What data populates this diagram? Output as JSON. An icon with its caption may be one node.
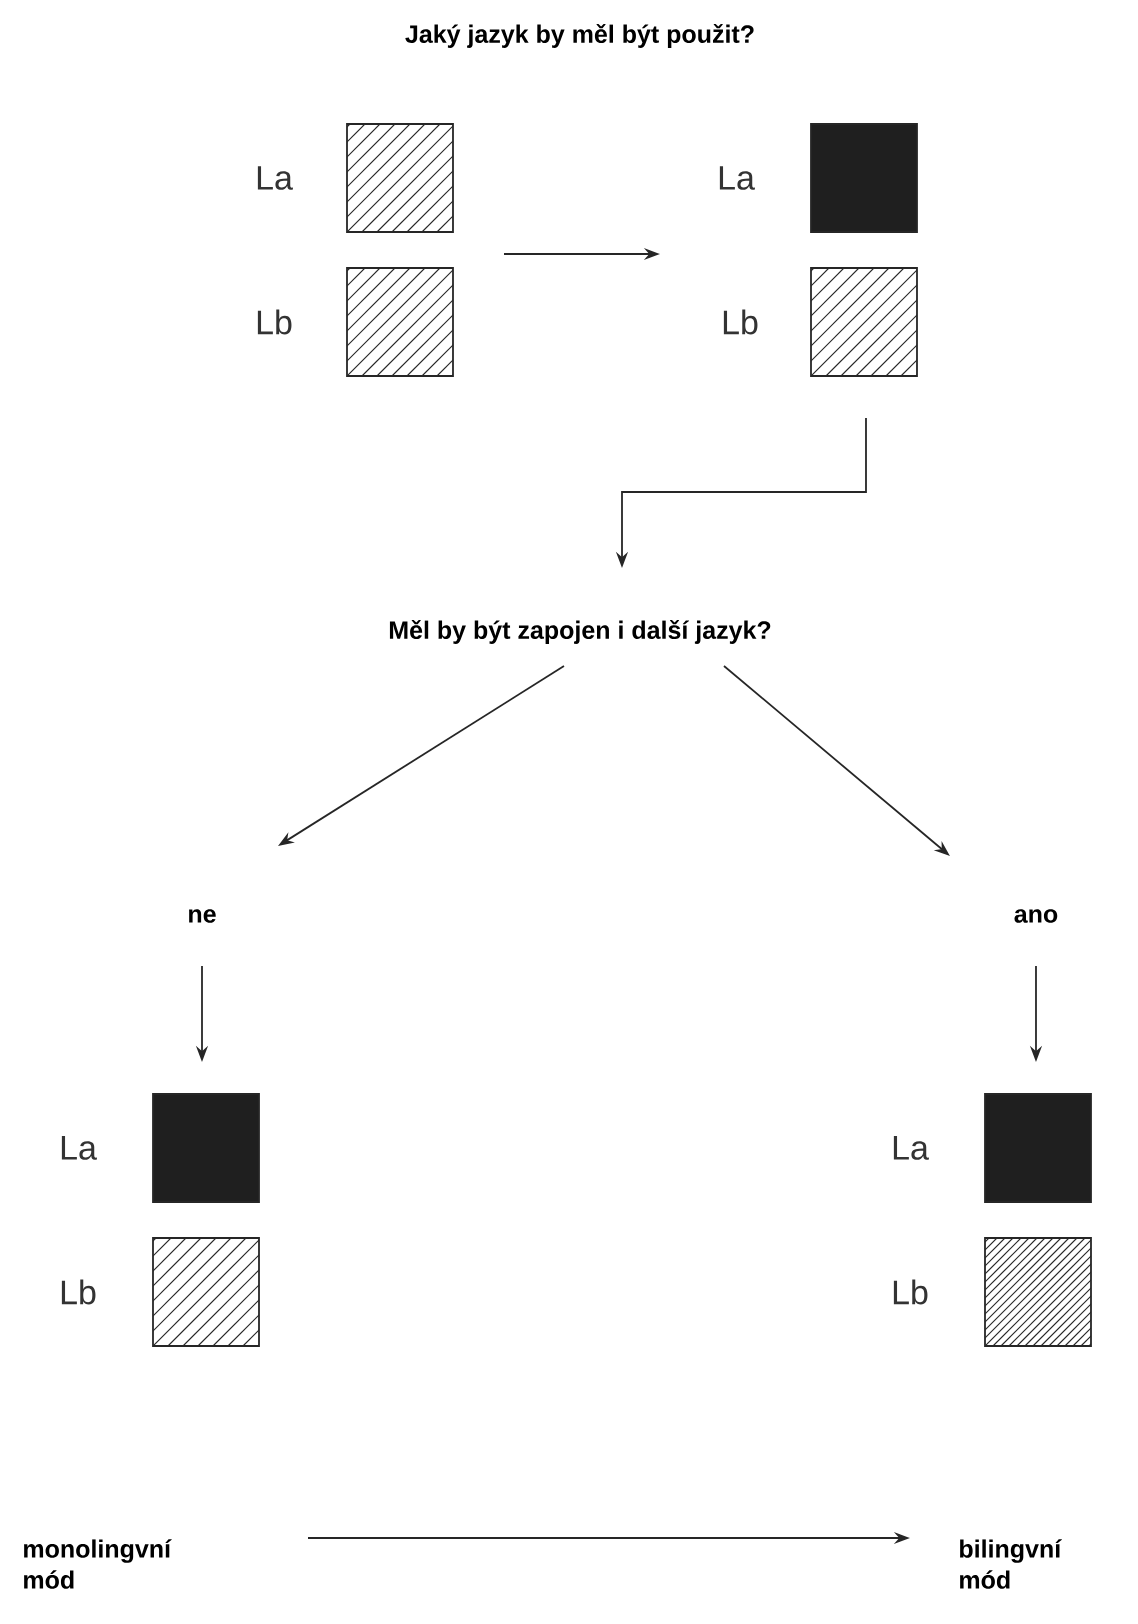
{
  "diagram": {
    "title": "Jaký jazyk by měl být použit?",
    "nodes": [
      {
        "text": [
          "La"
        ]
      },
      {
        "text": [
          "Lb"
        ]
      },
      {
        "text": [
          "La"
        ]
      },
      {
        "text": [
          "Lb"
        ]
      },
      {
        "text": [
          "Měl by být zapojen i další jazyk?"
        ]
      },
      {
        "text": [
          "ne"
        ]
      },
      {
        "text": [
          "ano"
        ]
      },
      {
        "text": [
          "La"
        ]
      },
      {
        "text": [
          "Lb"
        ]
      },
      {
        "text": [
          "La"
        ]
      },
      {
        "text": [
          "Lb"
        ]
      },
      {
        "text": [
          "monolingvní mód"
        ]
      },
      {
        "text": [
          "bilingvní mód"
        ]
      }
    ],
    "edges": [
      {
        "from": 1,
        "to": 3,
        "arrow": "to"
      },
      {
        "from": 3,
        "to": 4,
        "arrow": "to"
      },
      {
        "from": 4,
        "to": 5,
        "arrow": "to"
      },
      {
        "from": 4,
        "to": 6,
        "arrow": "to"
      },
      {
        "from": 5,
        "to": 7,
        "arrow": "to"
      },
      {
        "from": 6,
        "to": 9,
        "arrow": "to"
      },
      {
        "from": 11,
        "to": 12,
        "arrow": "to"
      }
    ]
  }
}
